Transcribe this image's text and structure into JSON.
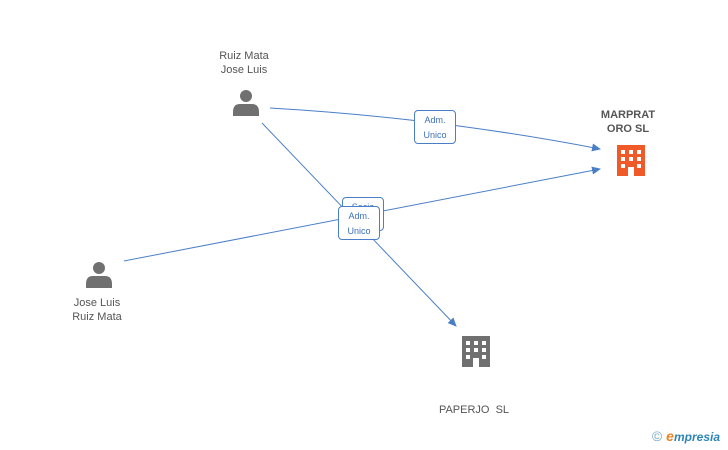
{
  "colors": {
    "edge": "#4a7fc7",
    "person_icon": "#707070",
    "company_focus": "#f05a28",
    "company_other": "#707070",
    "label_text": "#555555"
  },
  "nodes": {
    "person_top": {
      "line1": "Ruiz Mata",
      "line2": "Jose Luis",
      "icon": "person-icon"
    },
    "person_left": {
      "line1": "Jose Luis",
      "line2": "Ruiz Mata",
      "icon": "person-icon"
    },
    "company_marprat": {
      "line1": "MARPRAT",
      "line2": "ORO SL",
      "icon": "building-icon"
    },
    "company_paperjo": {
      "line1": "PAPERJO  SL",
      "icon": "building-icon"
    }
  },
  "relations": {
    "top_to_marprat": {
      "line1": "Adm.",
      "line2": "Unico"
    },
    "top_to_paperjo": {
      "line1": "Socio"
    },
    "left_to_marprat": {
      "line1": "Adm.",
      "line2": "Unico"
    }
  },
  "watermark": {
    "symbol": "©",
    "brand_first": "e",
    "brand_rest": "mpresia"
  }
}
